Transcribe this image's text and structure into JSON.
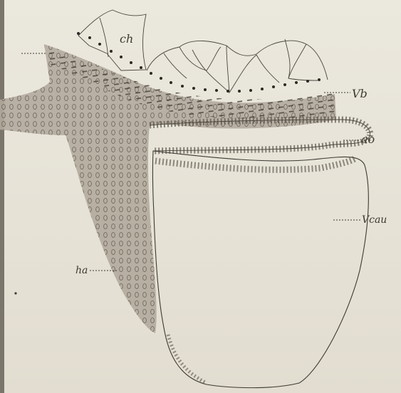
{
  "plate": {
    "labels": {
      "ch": "ch",
      "vb": "Vb",
      "ao": "ao",
      "vcau": "Vcau",
      "ha": "ha"
    }
  },
  "colors": {
    "paper": "#e7e3d7",
    "tissue": "#b3aa9d",
    "ink": "#3d3a33",
    "cell_ring": "#5b5449"
  }
}
